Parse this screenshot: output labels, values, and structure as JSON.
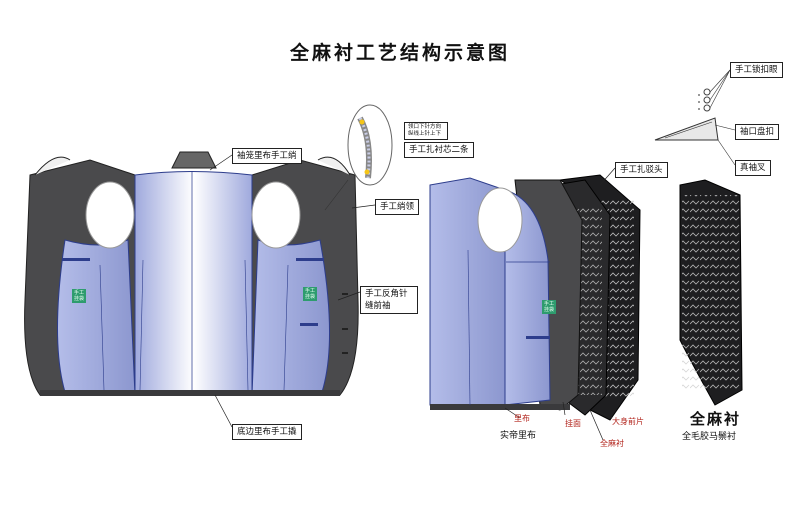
{
  "title": "全麻衬工艺结构示意图",
  "labels": {
    "sleeve_lining": "袖笼里布手工绱",
    "hand_seam_collar": "手工绱领",
    "hand_cross_stitch": "手工反角针 缝前袖",
    "hem_lining": "底边里布手工撬",
    "hand_collar_detail_1": "领口下针方向 纵线上针上下",
    "hand_collar_detail_2": "手工扎衬芯二条",
    "hand_padding": "手工扎驳头",
    "hand_buttonhole": "手工锁扣眼",
    "buttonhole_knot": "袖口盘扣",
    "sleeve_vent": "真袖叉"
  },
  "bottom": {
    "lining": "里布",
    "half_lining": "实帝里布",
    "face_fabric": "挂面",
    "shoulder_pad": "大身前片",
    "full_canvas": "全麻衬",
    "full_canvas_big": "全麻衬",
    "full_canvas_sub": "全毛胶马鬃衬"
  },
  "pocket_text": "手工 挂袋",
  "colors": {
    "suit_dark": "#4a4a4c",
    "suit_mid": "#5c5c60",
    "lining_blue": "#aeb8e6",
    "lining_edge": "#2d3d8c",
    "canvas_black": "#1e1e20",
    "stitch": "#d8d8d8",
    "label_red": "#b3261e"
  }
}
